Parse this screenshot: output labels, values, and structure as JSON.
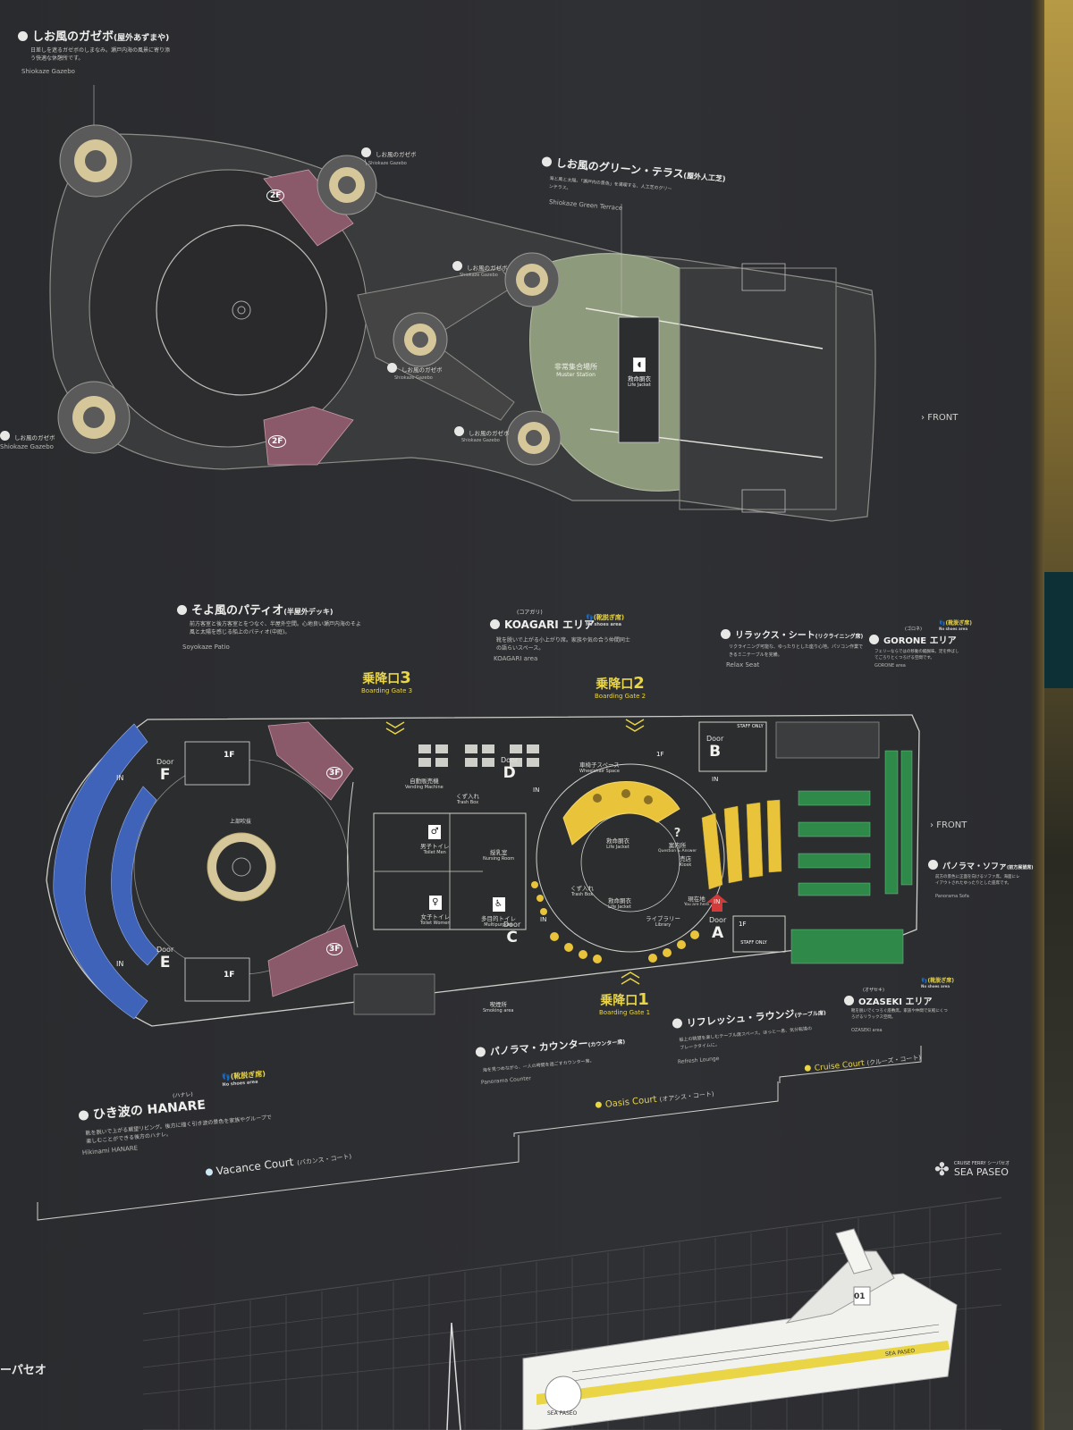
{
  "upper_deck": {
    "gazebo_main": {
      "jp": "しお風のガゼボ",
      "jp_sub": "(屋外あずまや)",
      "desc": "日差しを遮るガゼボのしまなみ。瀬戸内海の風景に寄り添う快適な休憩所です。",
      "en": "Shiokaze Gazebo"
    },
    "gazebo_labels": [
      {
        "jp": "しお風のガゼボ",
        "en": "Shiokaze Gazebo"
      },
      {
        "jp": "しお風のガゼボ",
        "en": "Shiokaze Gazebo"
      },
      {
        "jp": "しお風のガゼボ",
        "en": "Shiokaze Gazebo"
      },
      {
        "jp": "しお風のガゼボ",
        "en": "Shiokaze Gazebo"
      },
      {
        "jp": "しお風のガゼボ",
        "en": "Shiokaze Gazebo"
      }
    ],
    "green_terrace": {
      "jp": "しお風のグリーン・テラス",
      "jp_sub": "(屋外人工芝)",
      "desc": "海と風と太陽。「瀬戸内の景色」を満喫する、人工芝のグリーンテラス。",
      "en": "Shiokaze Green Terrace"
    },
    "muster_station": {
      "jp": "非常集合場所",
      "en": "Muster Station"
    },
    "life_jacket": {
      "jp": "救命胴衣",
      "en": "Life Jacket"
    },
    "stair_badges": [
      "2F",
      "2F"
    ],
    "front": "FRONT"
  },
  "main_deck": {
    "patio": {
      "jp": "そよ風のパティオ",
      "jp_sub": "(半屋外デッキ)",
      "desc": "前方客室と後方客室とをつなぐ、半屋外空間。心地良い瀬戸内海のそよ風と太陽を感じる船上のパティオ(中庭)。",
      "en": "Soyokaze Patio"
    },
    "koagari": {
      "ruby": "(コアガリ)",
      "jp": "KOAGARI エリア",
      "shoe_jp": "(靴脱ぎ席)",
      "shoe_en": "No shoes area",
      "desc": "靴を脱いで上がる小上がり席。家族や気の合う仲間同士の語らいスペース。",
      "en": "KOAGARI area"
    },
    "relax_seat": {
      "jp": "リラックス・シート",
      "jp_sub": "(リクライニング席)",
      "desc": "リクライニング可能な、ゆったりとした座り心地。パソコン作業できるミニテーブルを完備。",
      "en": "Relax Seat"
    },
    "gorone": {
      "ruby": "(ゴロネ)",
      "jp": "GORONE エリア",
      "shoe_jp": "(靴脱ぎ席)",
      "shoe_en": "No shoes area",
      "desc": "フェリーならではの移動の醍醐味。足を伸ばしてごろりとくつろげる空間です。",
      "en": "GORONE area"
    },
    "gates": [
      {
        "jp": "乗降口",
        "num": "3",
        "en": "Boarding Gate 3"
      },
      {
        "jp": "乗降口",
        "num": "2",
        "en": "Boarding Gate 2"
      },
      {
        "jp": "乗降口",
        "num": "1",
        "en": "Boarding Gate 1"
      }
    ],
    "doors": {
      "word": "Door",
      "letters": [
        "F",
        "E",
        "D",
        "C",
        "B",
        "A"
      ]
    },
    "in_label": "IN",
    "stair_labels": [
      "1F",
      "3F",
      "1F",
      "3F",
      "1F",
      "1F"
    ],
    "staff_only": "STAFF ONLY",
    "upper_void": "上部吹抜",
    "facilities": {
      "vending": {
        "jp": "自動販売機",
        "en": "Vending Machine"
      },
      "trash1": {
        "jp": "くず入れ",
        "en": "Trash Box"
      },
      "toilet_men": {
        "jp": "男子トイレ",
        "en": "Toilet Men"
      },
      "toilet_women": {
        "jp": "女子トイレ",
        "en": "Toilet Women"
      },
      "nursing": {
        "jp": "授乳室",
        "en": "Nursing Room"
      },
      "multipurpose": {
        "jp": "多目的トイレ",
        "en": "Multipurpose"
      },
      "wheelchair": {
        "jp": "車椅子スペース",
        "en": "Wheelchair Space"
      },
      "life_jacket1": {
        "jp": "救命胴衣",
        "en": "Life Jacket"
      },
      "life_jacket2": {
        "jp": "救命胴衣",
        "en": "Life Jacket"
      },
      "trash2": {
        "jp": "くず入れ",
        "en": "Trash Box"
      },
      "info": {
        "jp": "案内所",
        "en": "Question & Answer"
      },
      "kiosk": {
        "jp": "売店",
        "en": "Kiosk"
      },
      "library": {
        "jp": "ライブラリー",
        "en": "Library"
      },
      "smoking": {
        "jp": "喫煙所",
        "en": "Smoking area"
      },
      "you_are_here": {
        "jp": "現在地",
        "en": "You are here"
      }
    },
    "panorama_sofa": {
      "jp": "パノラマ・ソファ",
      "jp_sub": "(前方展望席)",
      "desc": "前方の景色に正面を向けるソファ席。海面にレイアウトされたゆったりとした座席です。",
      "en": "Panorama Sofa"
    },
    "ozaseki": {
      "ruby": "(オザセキ)",
      "jp": "OZASEKI エリア",
      "shoe_jp": "(靴脱ぎ席)",
      "shoe_en": "No shoes area",
      "desc": "靴を脱いでくつろぐ座敷席。家族や仲間で気軽にくつろげるリラックス空間。",
      "en": "OZASEKI area"
    },
    "refresh": {
      "jp": "リフレッシュ・ラウンジ",
      "jp_sub": "(テーブル席)",
      "desc": "船上の眺望を楽しむテーブル席スペース。ほっと一息、気分転換のブレークタイムに。",
      "en": "Refresh Lounge"
    },
    "panorama_counter": {
      "jp": "パノラマ・カウンター",
      "jp_sub": "(カウンター席)",
      "desc": "海を見つめながら、一人の時間を過ごすカウンター席。",
      "en": "Panorama Counter"
    },
    "hanare": {
      "ruby": "(ハナレ)",
      "jp": "ひき波の HANARE",
      "shoe_jp": "(靴脱ぎ席)",
      "shoe_en": "No shoes area",
      "desc": "靴を脱いで上がる展望リビング。後方に描く引き波の景色を家族やグループで楽しむことができる後方のハナレ。",
      "en": "Hikinami HANARE"
    },
    "front": "FRONT"
  },
  "courts": [
    {
      "name": "Vacance Court",
      "sub": "(バカンス・コート)",
      "color": "#cfe7f2"
    },
    {
      "name": "Oasis Court",
      "sub": "(オアシス・コート)",
      "color": "#e9d545"
    },
    {
      "name": "Cruise Court",
      "sub": "(クルーズ・コート)",
      "color": "#e9d545"
    }
  ],
  "brand": {
    "small": "CRUISE FERRY シーパセオ",
    "name": "SEA PASEO"
  },
  "ship_side": {
    "number": "01",
    "hull_brand": "SEA PASEO",
    "left_text": "ーパセオ"
  },
  "colors": {
    "background": "#2c2d30",
    "accent_yellow": "#e9d545",
    "seat_blue": "#3f63b8",
    "stair_pink": "#8a5a6a",
    "green_terrace": "#8e9a7c",
    "seat_green": "#2f8a4a"
  }
}
